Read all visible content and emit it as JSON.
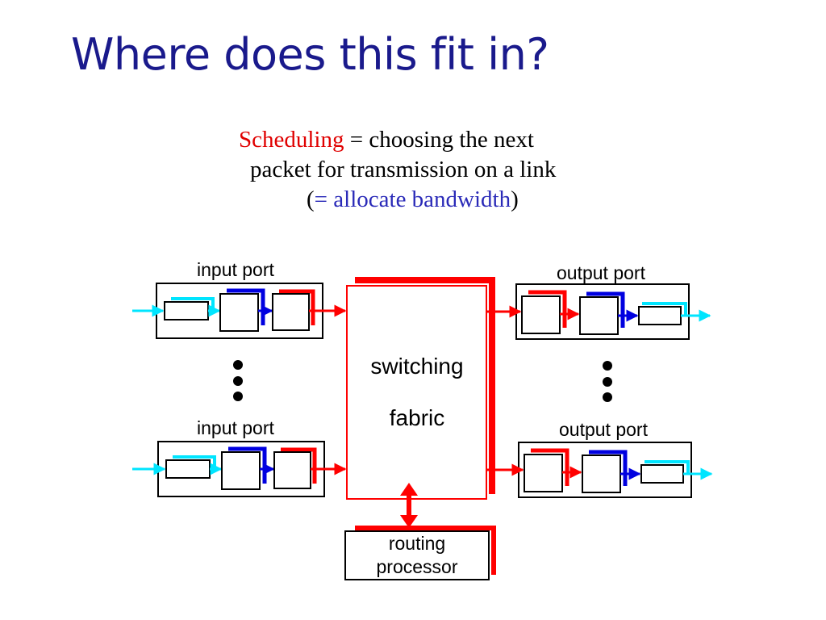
{
  "slide": {
    "title": "Where does this fit in?"
  },
  "definition": {
    "term": "Scheduling",
    "line1_rest": " = choosing the next",
    "line2": "packet for transmission on a link",
    "line3_open": "(",
    "line3_highlight": "= allocate bandwidth",
    "line3_close": ")"
  },
  "diagram": {
    "input_port_top": "input port",
    "input_port_bottom": "input port",
    "output_port_top": "output port",
    "output_port_bottom": "output port",
    "fabric_line1": "switching",
    "fabric_line2": "fabric",
    "routing_line1": "routing",
    "routing_line2": "processor"
  },
  "colors": {
    "title": "#1a1a8c",
    "highlight_red": "#e00000",
    "highlight_blue": "#2a2ab8",
    "arrow_cyan": "#00e5ff",
    "accent_red": "#ff0000",
    "accent_blue": "#0000e0"
  }
}
